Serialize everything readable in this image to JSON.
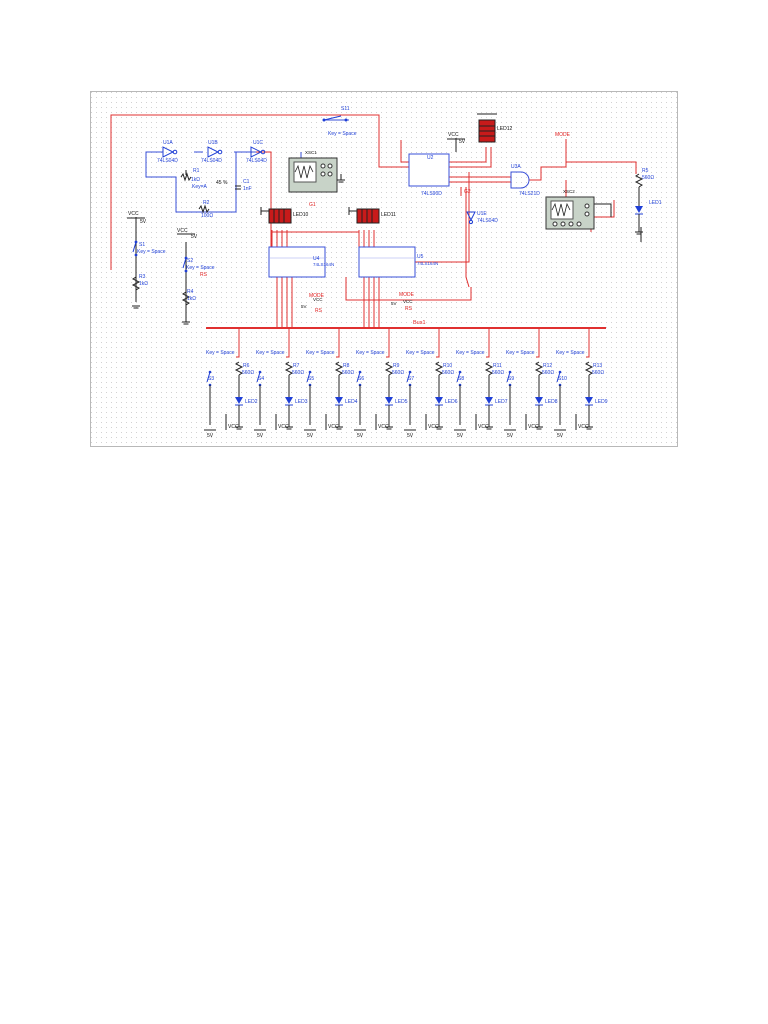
{
  "colors": {
    "background": "#ffffff",
    "grid": "#d2d2d2",
    "wire_red": "#e03030",
    "wire_blue": "#3a50d8",
    "component_blue": "#1f3fd6",
    "label_black": "#111111",
    "scope_bg": "#c8d3c8",
    "led_red": "#c81a1a"
  },
  "labels": {
    "s11": "S11",
    "key_space_top": "Key = Space",
    "u1a": "U1A",
    "u1a_part": "74LS04D",
    "u1b": "U1B",
    "u1b_part": "74LS04D",
    "u1c": "U1C",
    "u1c_part": "74LS04D",
    "r1": "R1",
    "r1_val": "1kΩ",
    "r1_key": "Key=A",
    "r1_pct": "45 %",
    "c1": "C1",
    "c1_val": "1nF",
    "r2": "R2",
    "r2_val": "100Ω",
    "xsc1": "XSC1",
    "g1": "G1",
    "vcc_main": "VCC",
    "v5_main": "5V",
    "s1": "S1",
    "s1_key": "Key = Space",
    "r3": "R3",
    "r3_val": "1kΩ",
    "vcc_s2": "VCC",
    "v5_s2": "5V",
    "s2": "S2",
    "s2_key": "Key = Space",
    "rs_left": "RS",
    "r4": "R4",
    "r4_val": "1kΩ",
    "led10": "LED10",
    "led11": "LED11",
    "led12": "LED12",
    "u4": "U4",
    "u4_part": "74LS164N",
    "u5": "U5",
    "u5_part": "74LS164N",
    "mode_u4": "MODE",
    "rs_u4": "RS",
    "vcc_u4": "VCC",
    "v5_u4": "5V",
    "mode_u5": "MODE",
    "rs_u5": "RS",
    "vcc_u5": "VCC",
    "v5_u5": "5V",
    "u2": "U2",
    "u2_part": "74LS90D",
    "vcc_u2": "VCC",
    "v5_u2": "5V",
    "g2": "G2",
    "u3a": "U3A",
    "u3a_part": "74LS21D",
    "u1e": "U1E",
    "u1e_part": "74LS04D",
    "mode_top": "MODE",
    "xsc2": "XSC2",
    "r5": "R5",
    "r5_val": "560Ω",
    "led1": "LED1",
    "bus1": "Bus1"
  },
  "switch_row": {
    "key_label": "Key = Space",
    "vcc_label": "VCC",
    "v5_label": "5V",
    "resistor_value": "560Ω",
    "items": [
      {
        "switch": "S3",
        "resistor": "R6",
        "led": "LED2"
      },
      {
        "switch": "S4",
        "resistor": "R7",
        "led": "LED3"
      },
      {
        "switch": "S5",
        "resistor": "R8",
        "led": "LED4"
      },
      {
        "switch": "S6",
        "resistor": "R9",
        "led": "LED5"
      },
      {
        "switch": "S7",
        "resistor": "R10",
        "led": "LED6"
      },
      {
        "switch": "S8",
        "resistor": "R11",
        "led": "LED7"
      },
      {
        "switch": "S9",
        "resistor": "R12",
        "led": "LED8"
      },
      {
        "switch": "S10",
        "resistor": "R13",
        "led": "LED9"
      }
    ]
  }
}
